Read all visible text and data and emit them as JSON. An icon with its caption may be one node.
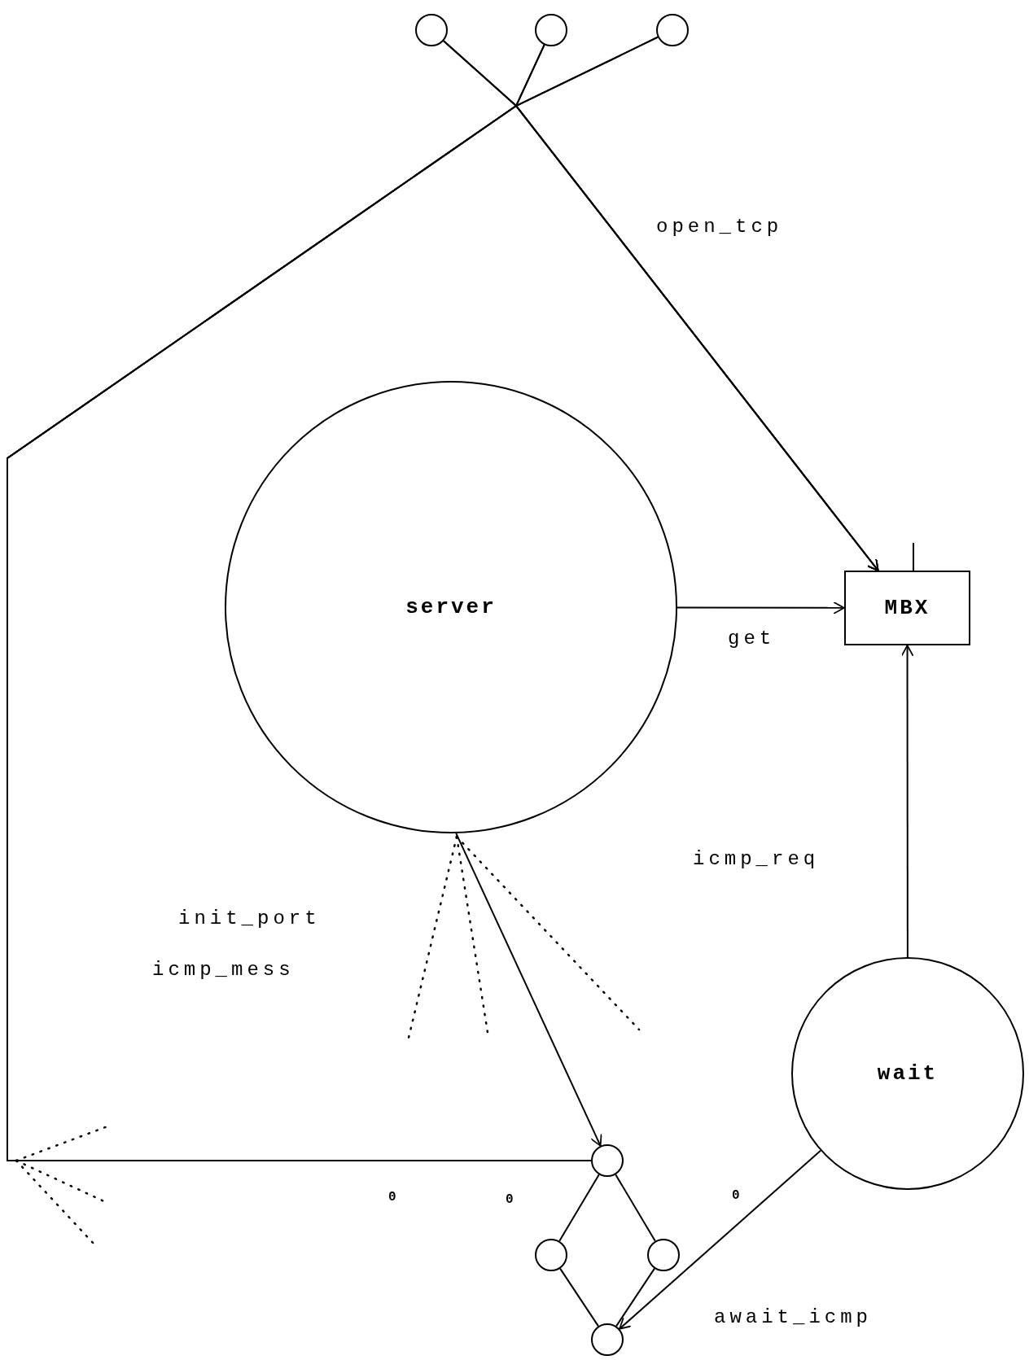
{
  "diagram": {
    "nodes": [
      {
        "text": [],
        "shape": "circle"
      },
      {
        "text": [],
        "shape": "circle"
      },
      {
        "text": [],
        "shape": "circle"
      },
      {
        "text": [
          "server"
        ]
      },
      {
        "text": [
          "MBX"
        ]
      },
      {
        "text": [
          "wait"
        ]
      },
      {
        "text": [],
        "shape": "circle"
      },
      {
        "text": [],
        "shape": "circle"
      },
      {
        "text": [],
        "shape": "circle"
      },
      {
        "text": [],
        "shape": "circle"
      }
    ],
    "edges": [
      {
        "from": 0,
        "to": 4,
        "arrow": "to",
        "label": "open_tcp"
      },
      {
        "from": 1,
        "to": 4,
        "arrow": "to"
      },
      {
        "from": 2,
        "to": 4,
        "arrow": "to"
      },
      {
        "from": 0,
        "to": 6,
        "arrow": "none"
      },
      {
        "from": 1,
        "to": 6,
        "arrow": "none"
      },
      {
        "from": 2,
        "to": 6,
        "arrow": "none"
      },
      {
        "from": 3,
        "to": 4,
        "arrow": "to",
        "label": "get"
      },
      {
        "from": 5,
        "to": 4,
        "arrow": "to",
        "label": "icmp_req"
      },
      {
        "from": 3,
        "to": 6,
        "arrow": "to"
      },
      {
        "from": 5,
        "to": 9,
        "arrow": "to",
        "label": "await_icmp"
      },
      {
        "from": 6,
        "to": 7,
        "arrow": "none"
      },
      {
        "from": 6,
        "to": 8,
        "arrow": "none"
      },
      {
        "from": 7,
        "to": 9,
        "arrow": "none"
      },
      {
        "from": 8,
        "to": 9,
        "arrow": "none"
      }
    ],
    "labels": [
      "init_port",
      "icmp_mess",
      "0",
      "0",
      "0"
    ]
  }
}
